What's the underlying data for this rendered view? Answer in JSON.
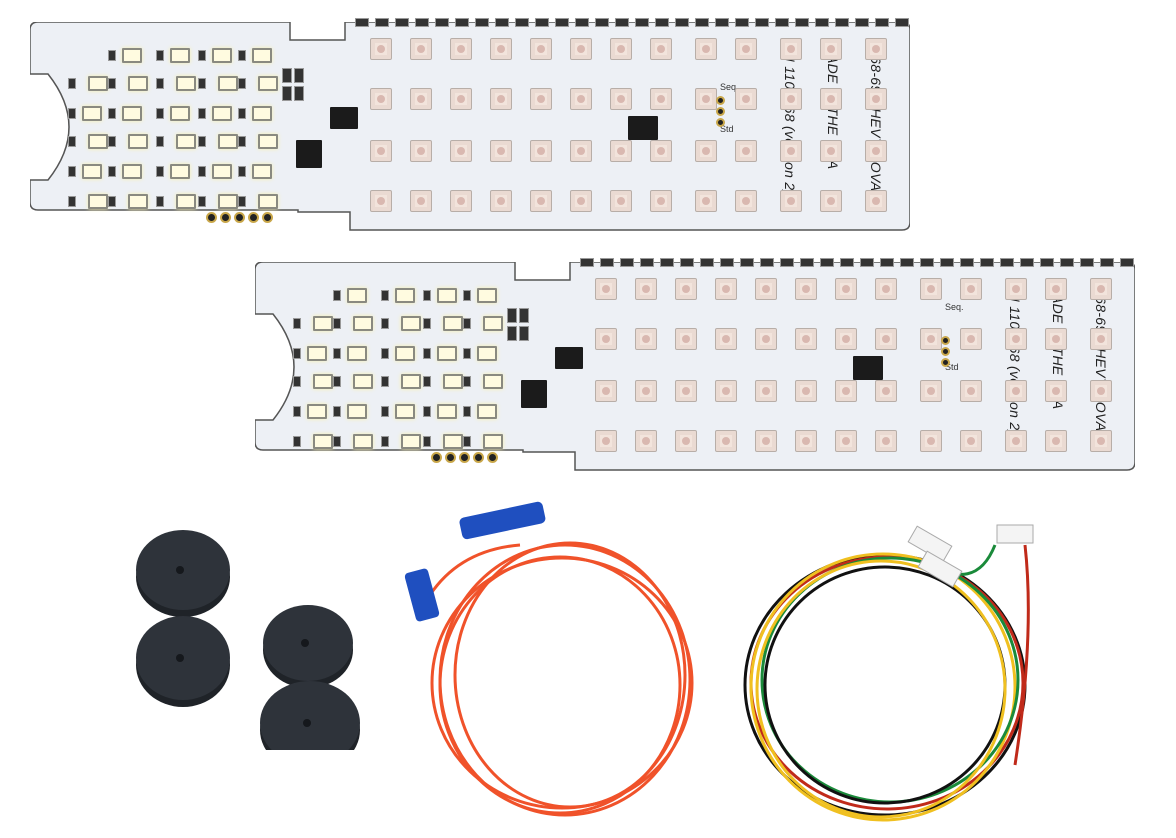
{
  "boards": [
    {
      "model": "1968-69 CHEVY NOVA",
      "origin": "MADE IN THE USA",
      "part_number": "PN 1100368 (version 2)",
      "switch_top": "Seq.",
      "switch_bottom": "Std"
    },
    {
      "model": "1968-69 CHEVY NOVA",
      "origin": "MADE IN THE USA",
      "part_number": "PN 1100368 (version 2)",
      "switch_top": "Seq.",
      "switch_bottom": "Std"
    }
  ],
  "colors": {
    "board": "#edf0f5",
    "wire_orange": "#f0522a",
    "connector_blue": "#1f4fbf",
    "grommet": "#2c3138"
  }
}
